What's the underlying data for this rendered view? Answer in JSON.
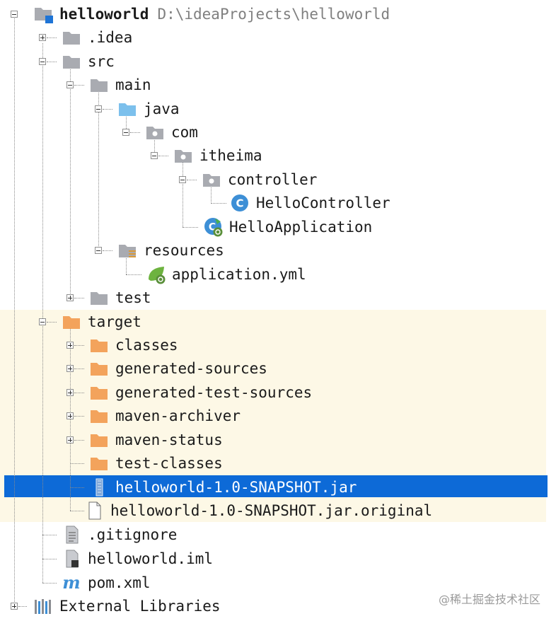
{
  "project": {
    "name": "helloworld",
    "path": "D:\\ideaProjects\\helloworld"
  },
  "tree": {
    "idea": ".idea",
    "src": "src",
    "main": "main",
    "java": "java",
    "com": "com",
    "itheima": "itheima",
    "controller": "controller",
    "hello_controller": "HelloController",
    "hello_application": "HelloApplication",
    "resources": "resources",
    "application_yml": "application.yml",
    "test": "test",
    "target": "target",
    "classes": "classes",
    "generated_sources": "generated-sources",
    "generated_test_sources": "generated-test-sources",
    "maven_archiver": "maven-archiver",
    "maven_status": "maven-status",
    "test_classes": "test-classes",
    "jar": "helloworld-1.0-SNAPSHOT.jar",
    "jar_original": "helloworld-1.0-SNAPSHOT.jar.original",
    "gitignore": ".gitignore",
    "iml": "helloworld.iml",
    "pom": "pom.xml",
    "external_libraries": "External Libraries"
  },
  "icons": {
    "module": "module-folder-icon",
    "folder": "folder-icon",
    "source_root": "source-root-folder-icon",
    "package": "package-icon",
    "resources_root": "resources-folder-icon",
    "excluded": "excluded-folder-icon",
    "class": "class-icon",
    "spring_boot_app": "spring-boot-application-icon",
    "spring_yml": "spring-yml-icon",
    "jar": "jar-file-icon",
    "file": "file-icon",
    "text_file": "text-file-icon",
    "iml_file": "iml-file-icon",
    "maven": "maven-icon",
    "libraries": "libraries-icon"
  },
  "colors": {
    "selection": "#0d6ad7",
    "excluded_band": "#fdf8e6",
    "excluded_folder": "#f3a35c",
    "folder": "#a9abb1",
    "source_folder": "#7cc0ec",
    "class_icon": "#3d8fd6"
  },
  "selected_item": "helloworld-1.0-SNAPSHOT.jar",
  "watermark": "@稀土掘金技术社区"
}
